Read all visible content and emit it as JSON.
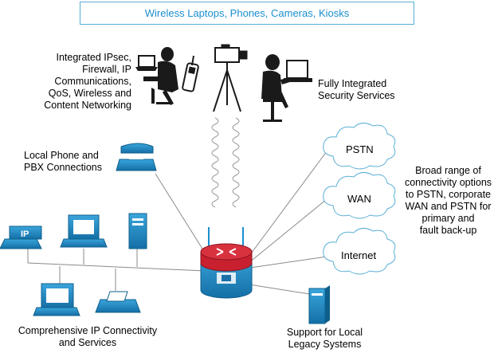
{
  "banner": "Wireless Laptops, Phones, Cameras, Kiosks",
  "labels": {
    "integrated_services": [
      "Integrated IPsec,",
      "Firewall, IP",
      "Communications,",
      "QoS, Wireless and",
      "Content Networking"
    ],
    "security": [
      "Fully Integrated",
      "Security Services"
    ],
    "local_phone": [
      "Local Phone and",
      "PBX Connections"
    ],
    "connectivity_options": [
      "Broad range of",
      "connectivity options",
      "to PSTN, corporate",
      "WAN and PSTN for",
      "primary and",
      "fault back-up"
    ],
    "ip_connectivity": [
      "Comprehensive IP Connectivity",
      "and Services"
    ],
    "legacy": [
      "Support for Local",
      "Legacy Systems"
    ]
  },
  "clouds": {
    "pstn": "PSTN",
    "wan": "WAN",
    "internet": "Internet"
  },
  "colors": {
    "device": "#1e8fc8",
    "device_dark": "#0d5f8c",
    "router_red": "#c8202e",
    "cloud_stroke": "#5aaed6",
    "line": "#888888"
  }
}
